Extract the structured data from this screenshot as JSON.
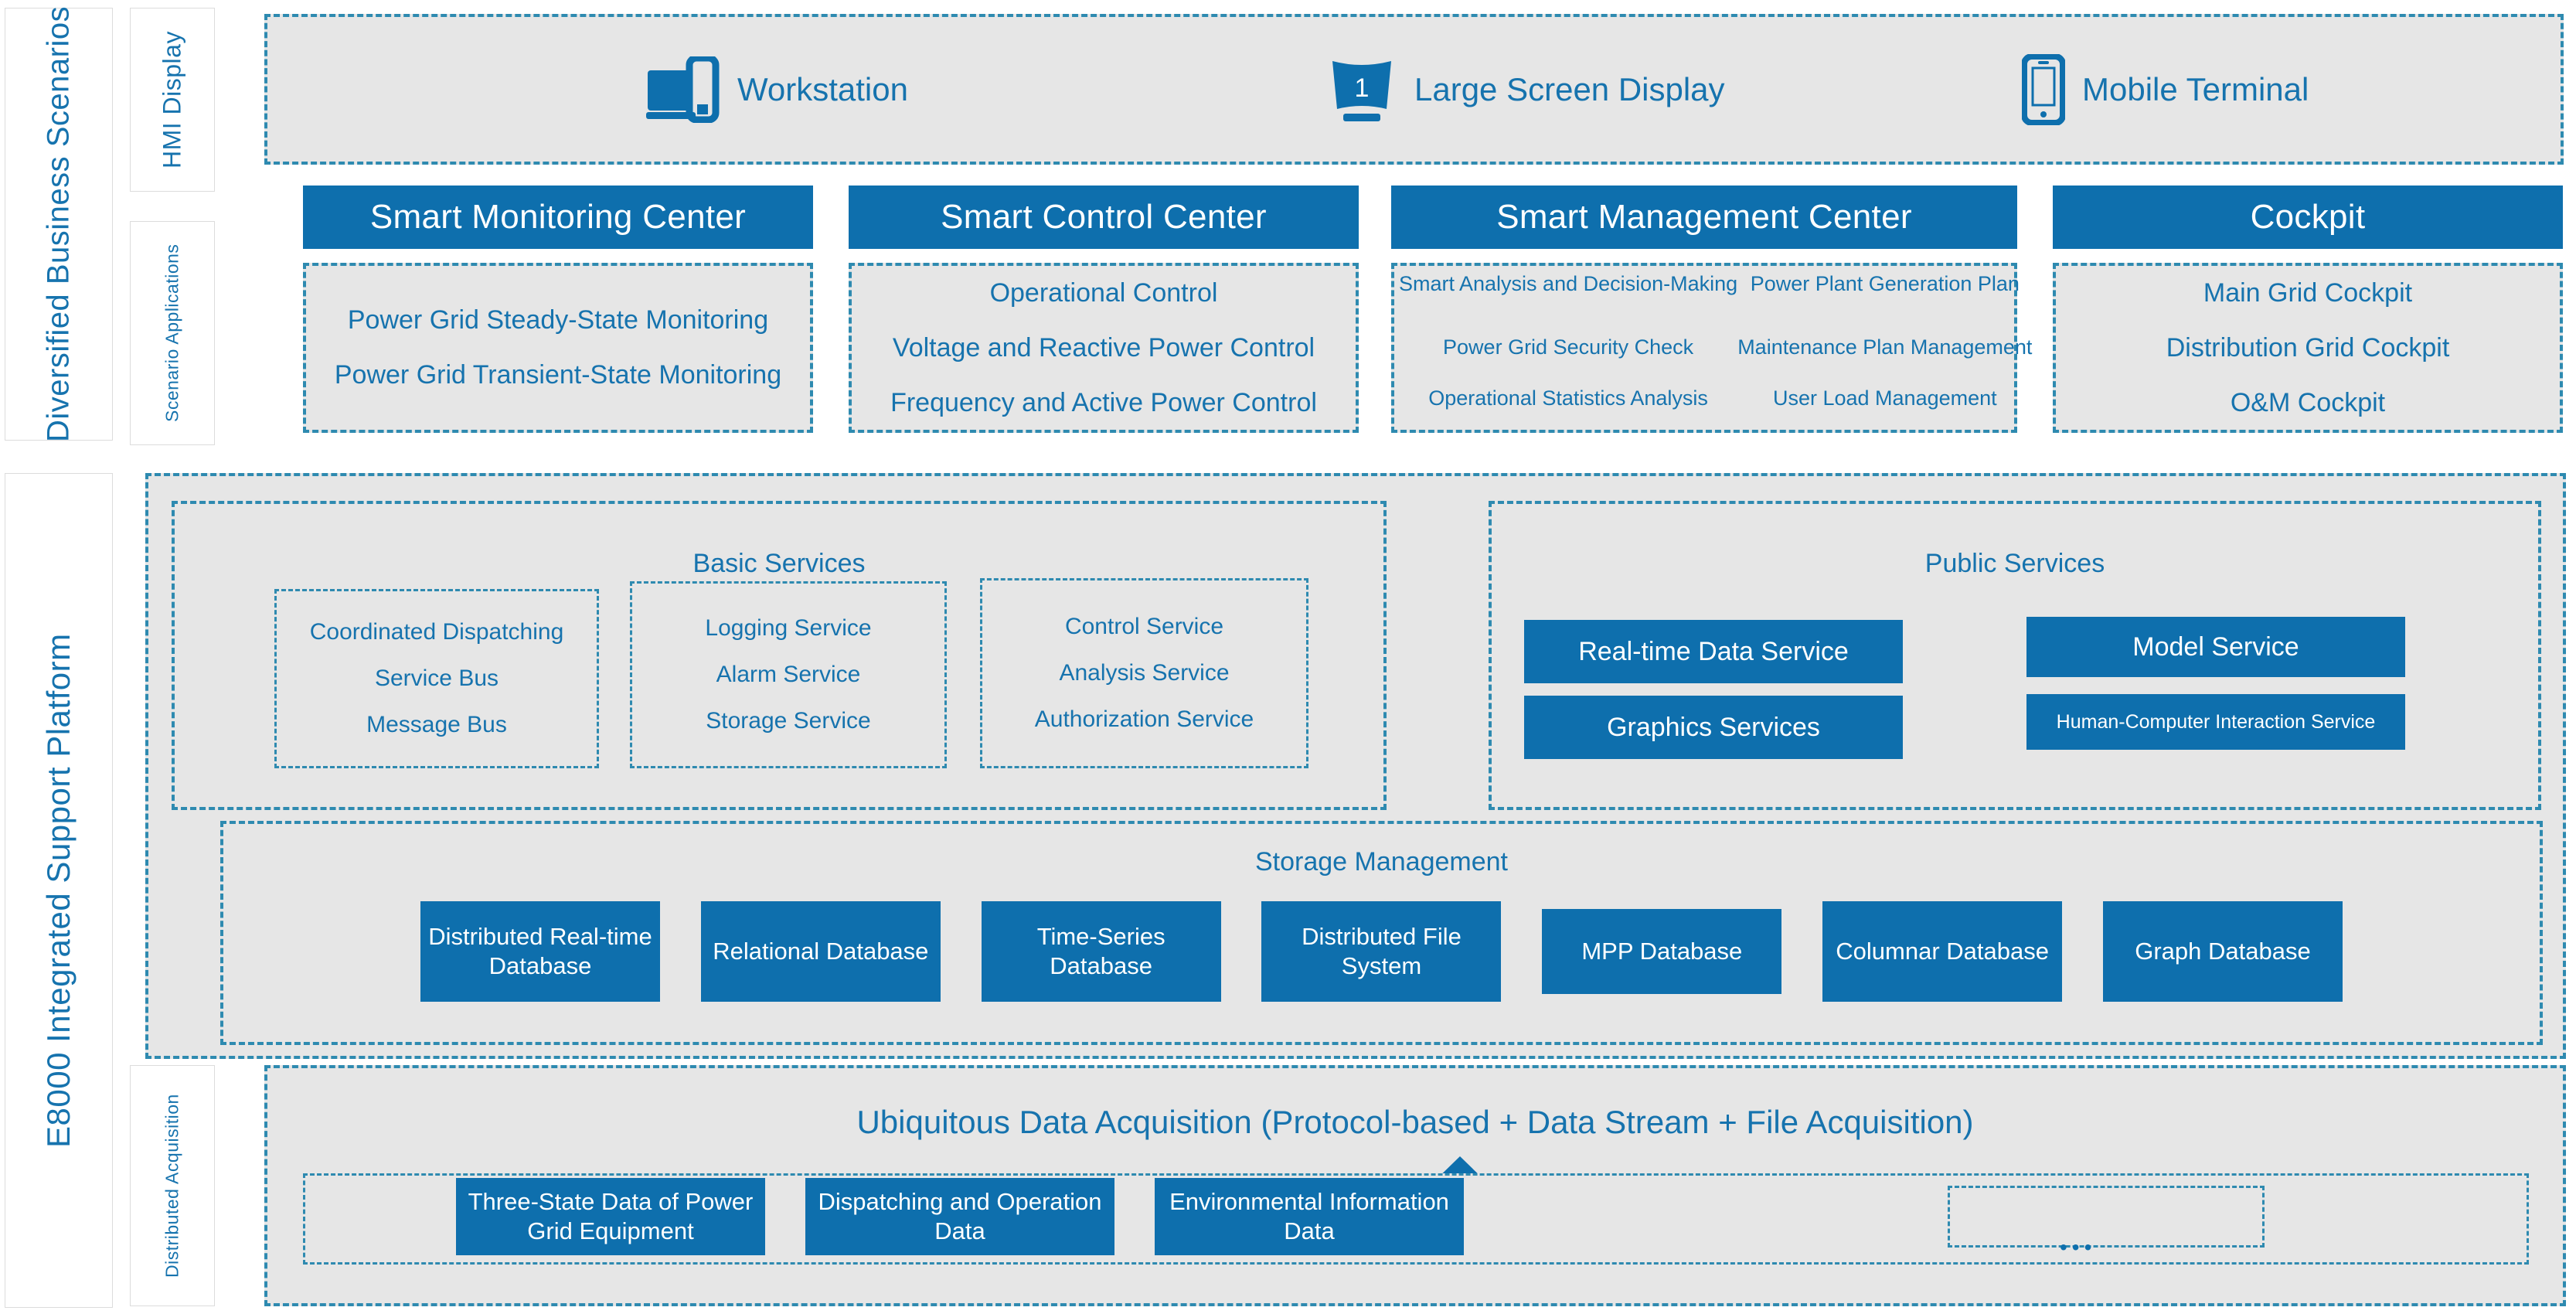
{
  "rails": {
    "scenarios": "Diversified Business Scenarios",
    "platform": "E8000 Integrated Support Platform",
    "hmi": "HMI Display",
    "scenario_applications": "Scenario Applications",
    "distributed_acquisition": "Distributed Acquisition"
  },
  "hmi": {
    "items": [
      {
        "label": "Workstation",
        "icon": "workstation-icon"
      },
      {
        "label": "Large Screen Display",
        "icon": "large-screen-icon"
      },
      {
        "label": "Mobile Terminal",
        "icon": "mobile-phone-icon"
      }
    ]
  },
  "centers": [
    {
      "title": "Smart Monitoring Center",
      "items": [
        "Power Grid Steady-State Monitoring",
        "Power Grid Transient-State Monitoring"
      ]
    },
    {
      "title": "Smart Control Center",
      "items": [
        "Operational Control",
        "Voltage and Reactive Power Control",
        "Frequency and Active Power Control"
      ]
    },
    {
      "title": "Smart Management Center",
      "left_items": [
        "Smart Analysis and Decision-Making",
        "Power Grid Security Check",
        "Operational Statistics Analysis"
      ],
      "right_items": [
        "Power Plant Generation Plan",
        "Maintenance Plan Management",
        "User Load Management"
      ]
    },
    {
      "title": "Cockpit",
      "items": [
        "Main Grid Cockpit",
        "Distribution Grid Cockpit",
        "O&M Cockpit"
      ]
    }
  ],
  "basic_services": {
    "title": "Basic Services",
    "groups": [
      {
        "lines": [
          "Coordinated Dispatching",
          "Service Bus",
          "Message Bus"
        ]
      },
      {
        "lines": [
          "Logging Service",
          "Alarm Service",
          "Storage Service"
        ]
      },
      {
        "lines": [
          "Control Service",
          "Analysis Service",
          "Authorization Service"
        ]
      }
    ]
  },
  "public_services": {
    "title": "Public Services",
    "items": [
      "Real-time Data Service",
      "Graphics Services",
      "Model Service",
      "Human-Computer Interaction Service"
    ]
  },
  "storage_management": {
    "title": "Storage Management",
    "databases": [
      "Distributed Real-time Database",
      "Relational Database",
      "Time-Series Database",
      "Distributed File System",
      "MPP Database",
      "Columnar Database",
      "Graph Database"
    ]
  },
  "acquisition": {
    "title": "Ubiquitous Data Acquisition (Protocol-based + Data Stream + File Acquisition)",
    "arrow_icon": "up-arrow-icon",
    "sources": [
      "Three-State Data of Power Grid Equipment",
      "Dispatching and Operation Data",
      "Environmental Information Data"
    ],
    "placeholder_dots": "•••"
  },
  "colors": {
    "accent_blue": "#0E6FAD",
    "text_blue": "#1673AE",
    "dash_border": "#2E8AB0",
    "panel_grey": "#E6E6E6"
  }
}
